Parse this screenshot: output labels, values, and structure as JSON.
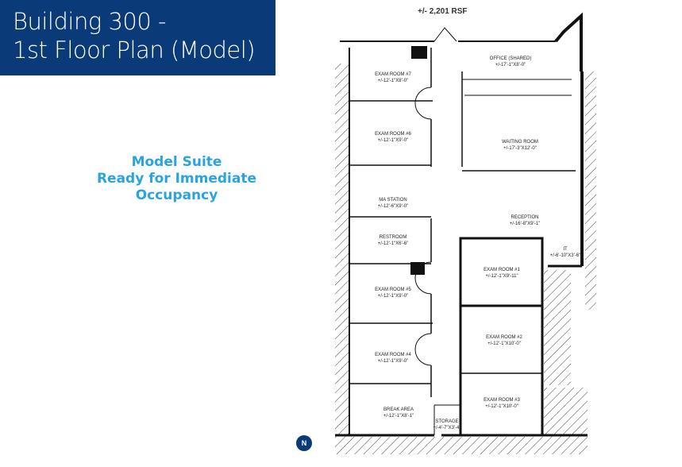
{
  "title": {
    "line1": "Building 300 -",
    "line2": "1st Floor Plan (Model)"
  },
  "promo": {
    "line1": "Model Suite",
    "line2": "Ready for Immediate",
    "line3": "Occupancy"
  },
  "area_label": "+/- 2,201 RSF",
  "compass_label": "N",
  "colors": {
    "title_bg": "#0b3a78",
    "promo_text": "#2aa3e0"
  },
  "rooms": [
    {
      "name": "EXAM ROOM #7",
      "size": "+/-12'-1\"X8'-0\""
    },
    {
      "name": "EXAM ROOM #6",
      "size": "+/-12'-1\"X9'-0\""
    },
    {
      "name": "MA STATION",
      "size": "+/-12'-6\"X9'-0\""
    },
    {
      "name": "RESTROOM",
      "size": "+/-12'-1\"X6'-6\""
    },
    {
      "name": "EXAM ROOM #5",
      "size": "+/-12'-1\"X9'-0\""
    },
    {
      "name": "EXAM ROOM #4",
      "size": "+/-12'-1\"X9'-0\""
    },
    {
      "name": "BREAK AREA",
      "size": "+/-12'-1\"X8'-1\""
    },
    {
      "name": "STORAGE",
      "size": "+/-4'-7\"X3'-4\""
    },
    {
      "name": "OFFICE (SHARED)",
      "size": "+/-17'-1\"X8'-0\""
    },
    {
      "name": "WAITING ROOM",
      "size": "+/-17'-3\"X12'-0\""
    },
    {
      "name": "RECEPTION",
      "size": "+/-16'-8\"X9'-1\""
    },
    {
      "name": "IT",
      "size": "+/-6'-10\"X3'-6\""
    },
    {
      "name": "EXAM ROOM #1",
      "size": "+/-12'-1\"X9'-11\""
    },
    {
      "name": "EXAM ROOM #2",
      "size": "+/-12'-1\"X10'-0\""
    },
    {
      "name": "EXAM ROOM #3",
      "size": "+/-12'-1\"X10'-0\""
    }
  ]
}
